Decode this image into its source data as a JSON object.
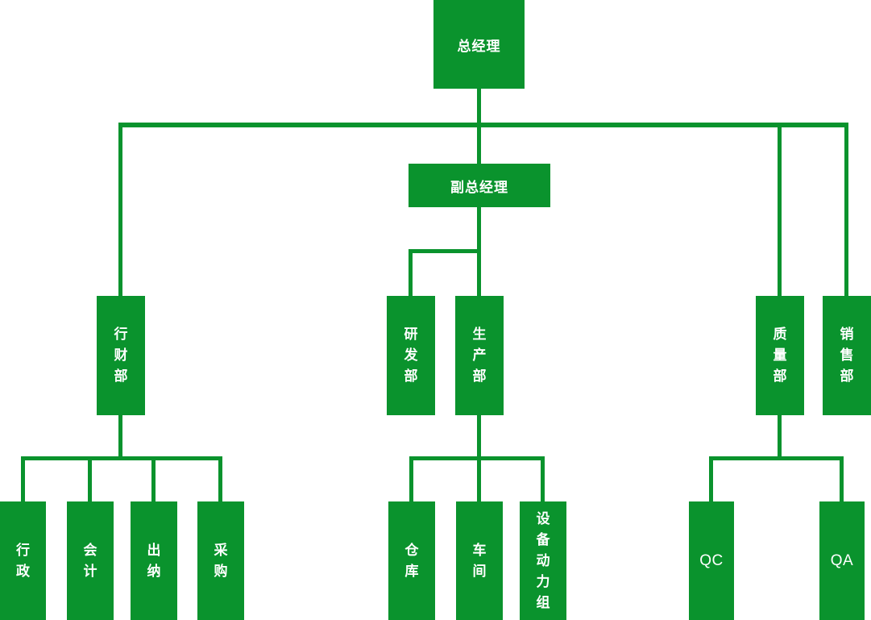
{
  "colors": {
    "node_fill": "#0a932d",
    "connector": "#0a932d",
    "label_text": "#ffffff",
    "background": "#ffffff"
  },
  "org_chart": {
    "type": "organizational-chart",
    "nodes": {
      "general_manager": {
        "label": "总经理"
      },
      "deputy_general_manager": {
        "label": "副总经理"
      },
      "finance_admin_dept": {
        "label": "行财部"
      },
      "rnd_dept": {
        "label": "研发部"
      },
      "production_dept": {
        "label": "生产部"
      },
      "quality_dept": {
        "label": "质量部"
      },
      "sales_dept": {
        "label": "销售部"
      },
      "administration": {
        "label": "行政"
      },
      "accounting": {
        "label": "会计"
      },
      "cashier": {
        "label": "出纳"
      },
      "procurement": {
        "label": "采购"
      },
      "warehouse": {
        "label": "仓库"
      },
      "workshop": {
        "label": "车间"
      },
      "equipment_power_group": {
        "label": "设备动力组"
      },
      "qc": {
        "label": "QC"
      },
      "qa": {
        "label": "QA"
      }
    },
    "edges": [
      {
        "from": "general_manager",
        "to": "finance_admin_dept"
      },
      {
        "from": "general_manager",
        "to": "deputy_general_manager"
      },
      {
        "from": "general_manager",
        "to": "quality_dept"
      },
      {
        "from": "general_manager",
        "to": "sales_dept"
      },
      {
        "from": "deputy_general_manager",
        "to": "rnd_dept"
      },
      {
        "from": "deputy_general_manager",
        "to": "production_dept"
      },
      {
        "from": "finance_admin_dept",
        "to": "administration"
      },
      {
        "from": "finance_admin_dept",
        "to": "accounting"
      },
      {
        "from": "finance_admin_dept",
        "to": "cashier"
      },
      {
        "from": "finance_admin_dept",
        "to": "procurement"
      },
      {
        "from": "production_dept",
        "to": "warehouse"
      },
      {
        "from": "production_dept",
        "to": "workshop"
      },
      {
        "from": "production_dept",
        "to": "equipment_power_group"
      },
      {
        "from": "quality_dept",
        "to": "qc"
      },
      {
        "from": "quality_dept",
        "to": "qa"
      }
    ]
  }
}
